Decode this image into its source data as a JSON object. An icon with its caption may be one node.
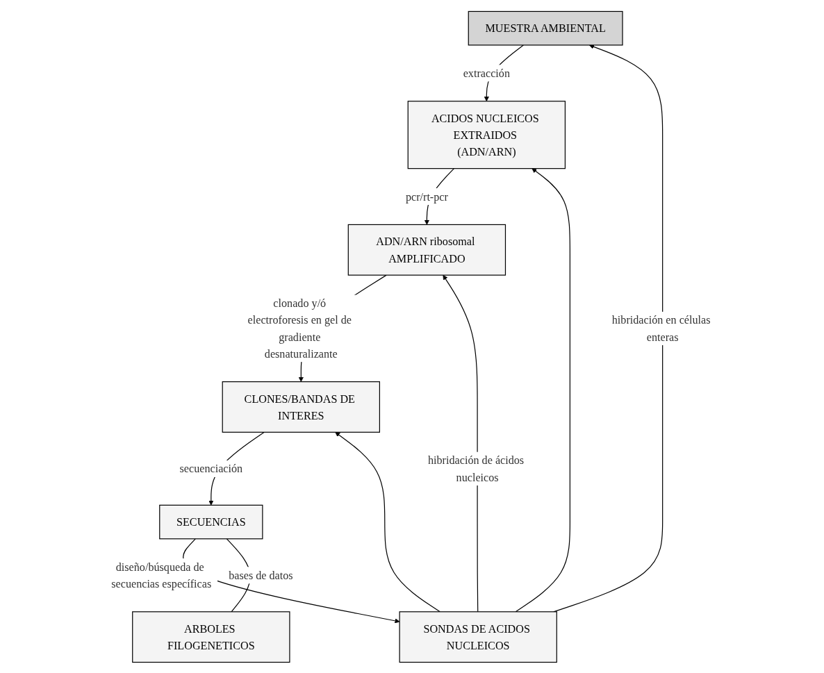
{
  "diagram": {
    "nodes": [
      {
        "text": [
          "MUESTRA AMBIENTAL"
        ]
      },
      {
        "text": [
          "ACIDOS NUCLEICOS EXTRAIDOS (ADN/ARN)"
        ]
      },
      {
        "text": [
          "SONDAS DE ACIDOS NUCLEICOS"
        ]
      },
      {
        "text": [
          "ADN/ARN ribosomal AMPLIFICADO"
        ]
      },
      {
        "text": [
          "CLONES/BANDAS DE INTERES"
        ]
      },
      {
        "text": [
          "SECUENCIAS"
        ]
      },
      {
        "text": [
          "ARBOLES FILOGENETICOS"
        ]
      }
    ],
    "edges": [
      {
        "from": 0,
        "to": 1,
        "arrow": "to",
        "label": "extracción"
      },
      {
        "from": 1,
        "to": 3,
        "arrow": "to",
        "label": "pcr/rt-pcr"
      },
      {
        "from": 3,
        "to": 4,
        "arrow": "to",
        "label": "clonado y/ó electroforesis en gel de gradiente desnaturalizante"
      },
      {
        "from": 4,
        "to": 5,
        "arrow": "to",
        "label": "secuenciación"
      },
      {
        "from": 5,
        "to": 2,
        "arrow": "to",
        "label": "diseño/búsqueda de secuencias específicas"
      },
      {
        "from": 2,
        "to": 0,
        "arrow": "to",
        "label": "hibridación en células enteras"
      },
      {
        "from": 2,
        "to": 1,
        "arrow": "to"
      },
      {
        "from": 2,
        "to": 3,
        "arrow": "to",
        "label": "hibridación de ácidos nucleicos"
      },
      {
        "from": 2,
        "to": 4,
        "arrow": "to"
      },
      {
        "from": 5,
        "to": 6,
        "arrow": "none",
        "label": "bases de datos"
      }
    ]
  }
}
